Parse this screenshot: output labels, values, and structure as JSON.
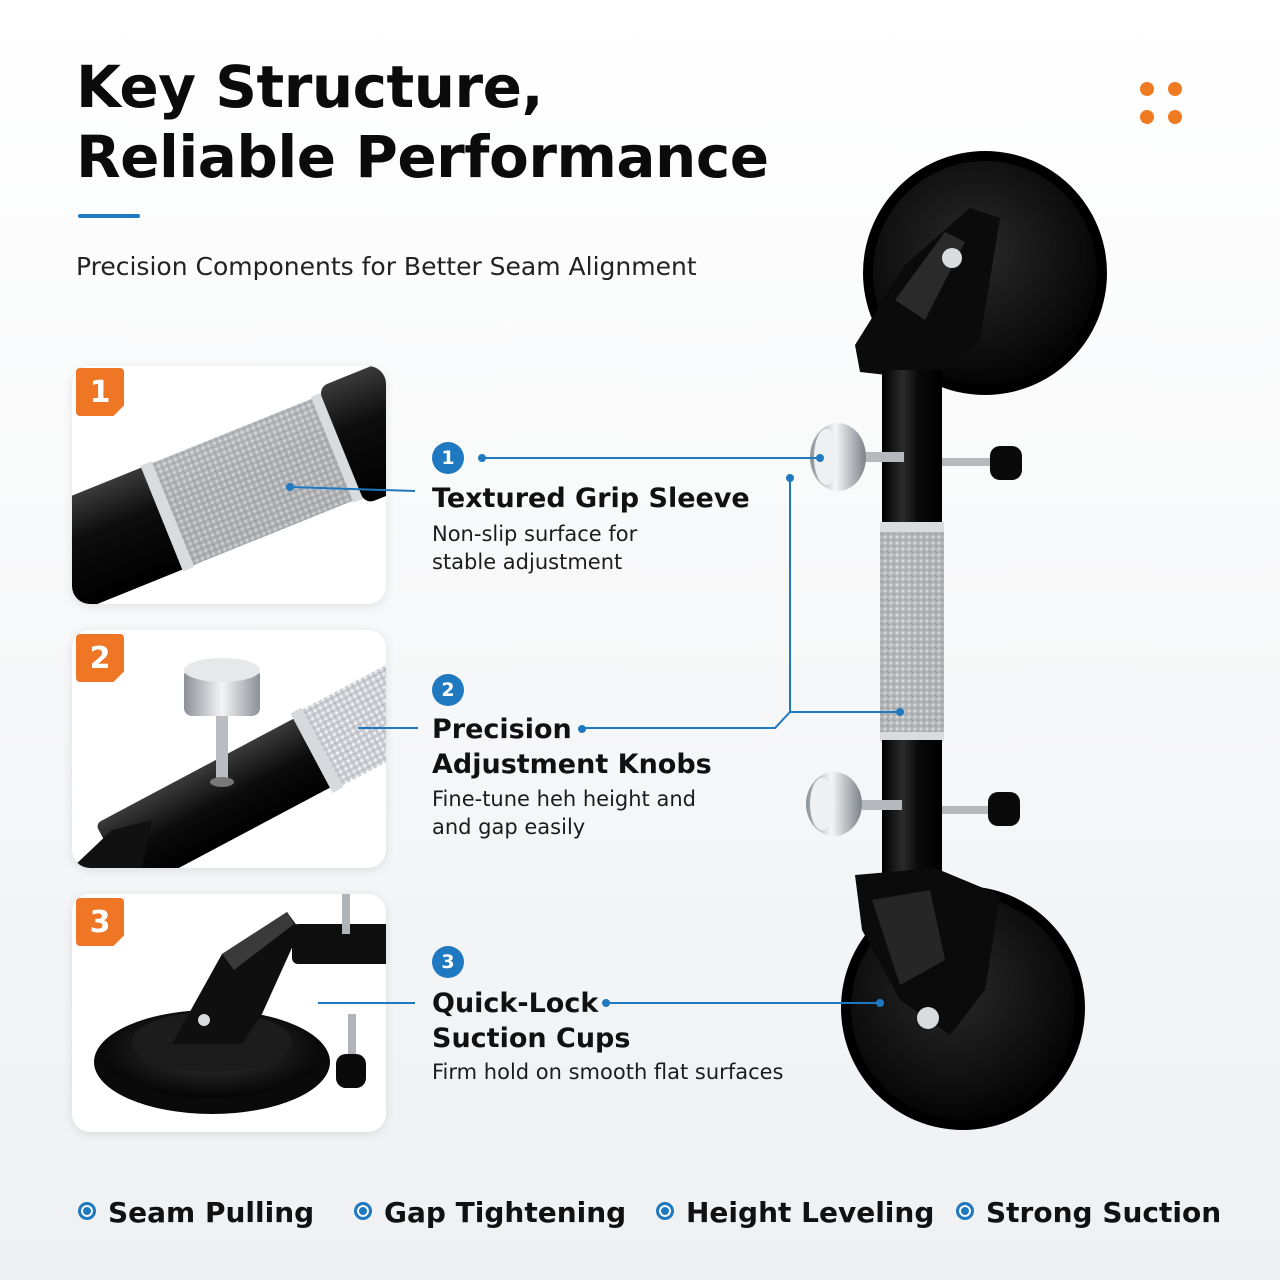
{
  "header": {
    "title_line1": "Key Structure,",
    "title_line2": "Reliable Performance",
    "subtitle": "Precision Components for Better Seam Alignment"
  },
  "colors": {
    "accent_blue": "#1f79c0",
    "accent_orange": "#ee7624"
  },
  "thumbnails": [
    {
      "badge": "1",
      "icon": "grip-sleeve-closeup"
    },
    {
      "badge": "2",
      "icon": "adjustment-knob-closeup"
    },
    {
      "badge": "3",
      "icon": "suction-cup-closeup"
    }
  ],
  "features": [
    {
      "number": "1",
      "title_lines": [
        "Textured Grip Sleeve"
      ],
      "desc_lines": [
        "Non-slip surface for",
        "stable adjustment"
      ]
    },
    {
      "number": "2",
      "title_lines": [
        "Precision",
        "Adjustment Knobs"
      ],
      "desc_lines": [
        "Fine-tune heh height and",
        "and gap easily"
      ]
    },
    {
      "number": "3",
      "title_lines": [
        "Quick-Lock",
        "Suction Cups"
      ],
      "desc_lines": [
        "Firm hold on smooth flat surfaces"
      ]
    }
  ],
  "bottom_features": [
    "Seam Pulling",
    "Gap Tightening",
    "Height Leveling",
    "Strong Suction"
  ]
}
